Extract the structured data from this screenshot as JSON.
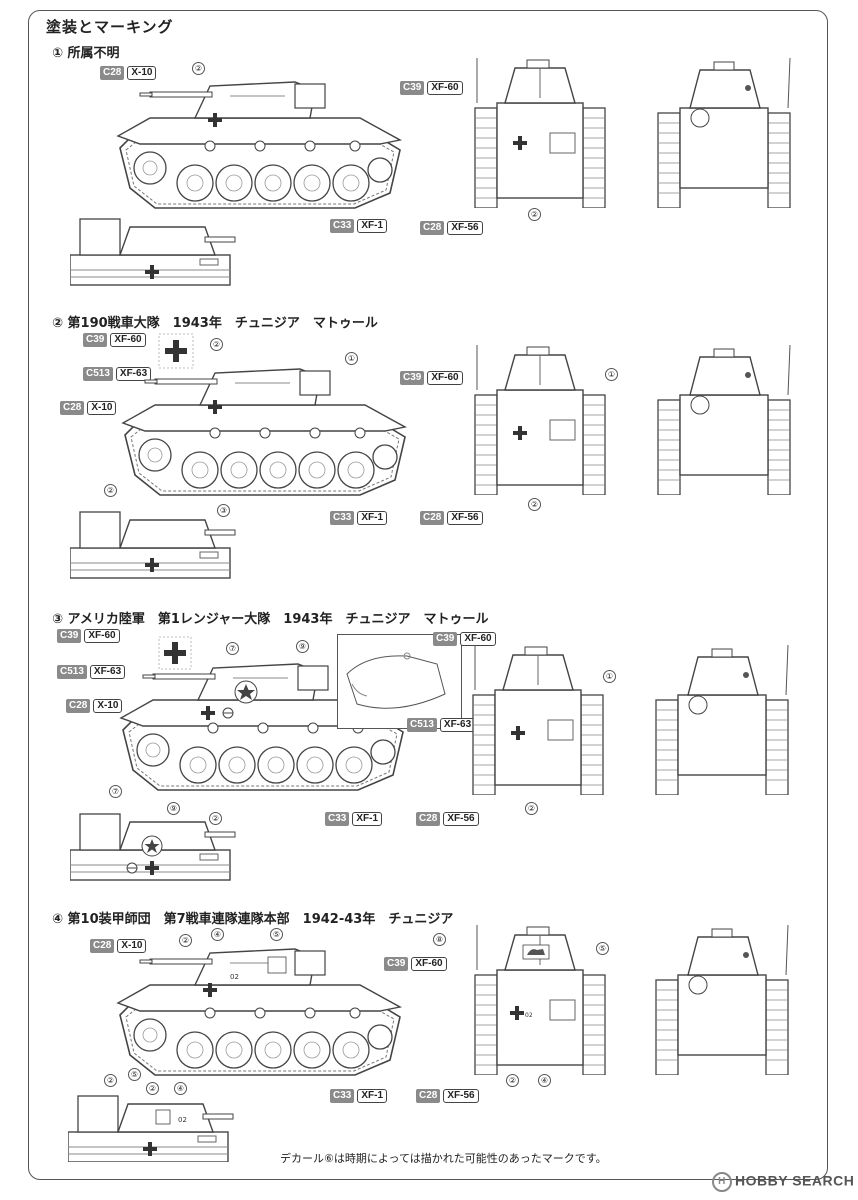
{
  "page_title": "塗装とマーキング",
  "sections": [
    {
      "title": "① 所属不明"
    },
    {
      "title": "② 第190戦車大隊　1943年　チュニジア　マトゥール"
    },
    {
      "title": "③ アメリカ陸軍　第1レンジャー大隊　1943年　チュニジア　マトゥール"
    },
    {
      "title": "④ 第10装甲師団　第7戦車連隊連隊本部　1942-43年　チュニジア"
    }
  ],
  "paints": {
    "c28": "C28",
    "x10": "X-10",
    "c39": "C39",
    "xf60": "XF-60",
    "c33": "C33",
    "xf1": "XF-1",
    "c513": "C513",
    "xf63": "XF-63",
    "xf56": "XF-56"
  },
  "callouts": [
    "①",
    "②",
    "③",
    "④",
    "⑤",
    "⑦",
    "⑧",
    "⑨"
  ],
  "turret_text": "02",
  "note": "デカール⑥は時期によっては描かれた可能性のあったマークです。",
  "watermark": "HOBBY SEARCH",
  "watermark_icon": "H",
  "colors": {
    "paint_chip_bg": "#8a8a8a",
    "outline": "#555555"
  }
}
